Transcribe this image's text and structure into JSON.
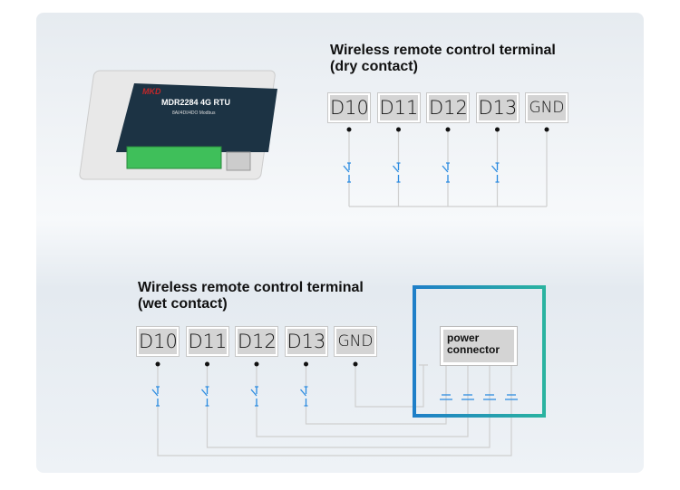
{
  "device": {
    "brand": "MKD",
    "model": "MDR2284 4G RTU",
    "subtitle": "8AI/4DI/4DO Modbus"
  },
  "dry": {
    "title_line1": "Wireless remote control terminal",
    "title_line2": "(dry contact)",
    "terminals": [
      "D10",
      "D11",
      "D12",
      "D13",
      "GND"
    ]
  },
  "wet": {
    "title_line1": "Wireless remote control terminal",
    "title_line2": "(wet contact)",
    "terminals": [
      "D10",
      "D11",
      "D12",
      "D13",
      "GND"
    ],
    "power_connector": "power\nconnector"
  },
  "colors": {
    "frame_start": "#1f7fc8",
    "frame_end": "#2ab3a0",
    "switch": "#2a8ae0",
    "wire": "#cfcfcf"
  }
}
